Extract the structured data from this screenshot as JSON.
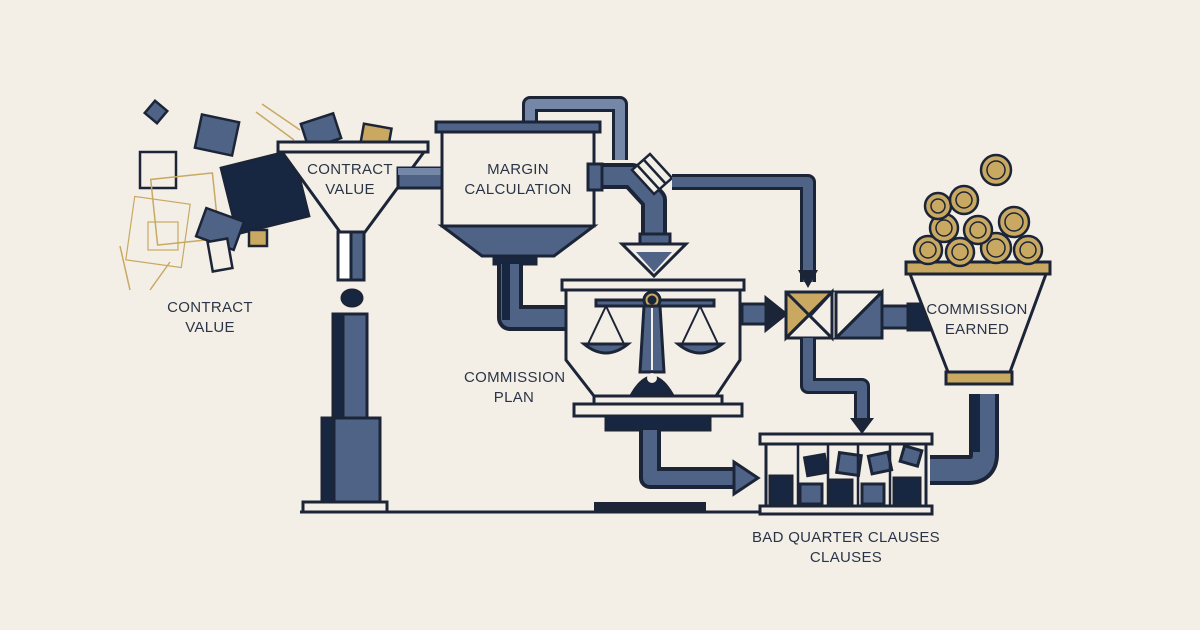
{
  "labels": {
    "contract_value_hopper": [
      "CONTRACT",
      "VALUE"
    ],
    "contract_value_side": [
      "CONTRACT",
      "VALUE"
    ],
    "margin_calculation": [
      "MARGIN",
      "CALCULATION"
    ],
    "commission_plan": [
      "COMMISSION",
      "PLAN"
    ],
    "commission_earned": [
      "COMMISSION",
      "EARNED"
    ],
    "bad_quarter_clauses": [
      "BAD QUARTER CLAUSES",
      "CLAUSES"
    ]
  },
  "colors": {
    "background": "#f3efe6",
    "navy": "#172641",
    "slate_blue": "#4e6386",
    "light_slate": "#7487a6",
    "gold": "#c9a961",
    "outline": "#1c2538"
  }
}
